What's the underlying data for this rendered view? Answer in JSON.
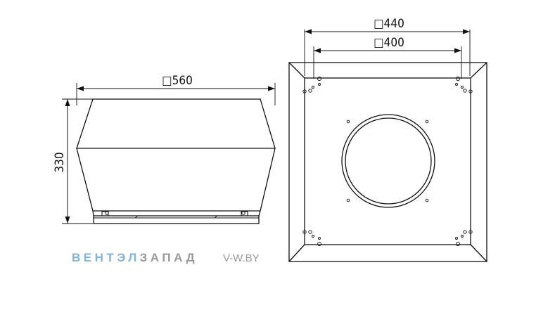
{
  "dimensions": {
    "side_width": "□560",
    "side_height": "330",
    "top_outer": "□440",
    "top_inner": "□400"
  },
  "brand": {
    "part1": "ВЕНТЭЛ",
    "part2": "ЗАПАД",
    "site": "V-W.BY",
    "colors": {
      "part1": "#7fb3e6",
      "part2": "#9a9a9a"
    }
  }
}
